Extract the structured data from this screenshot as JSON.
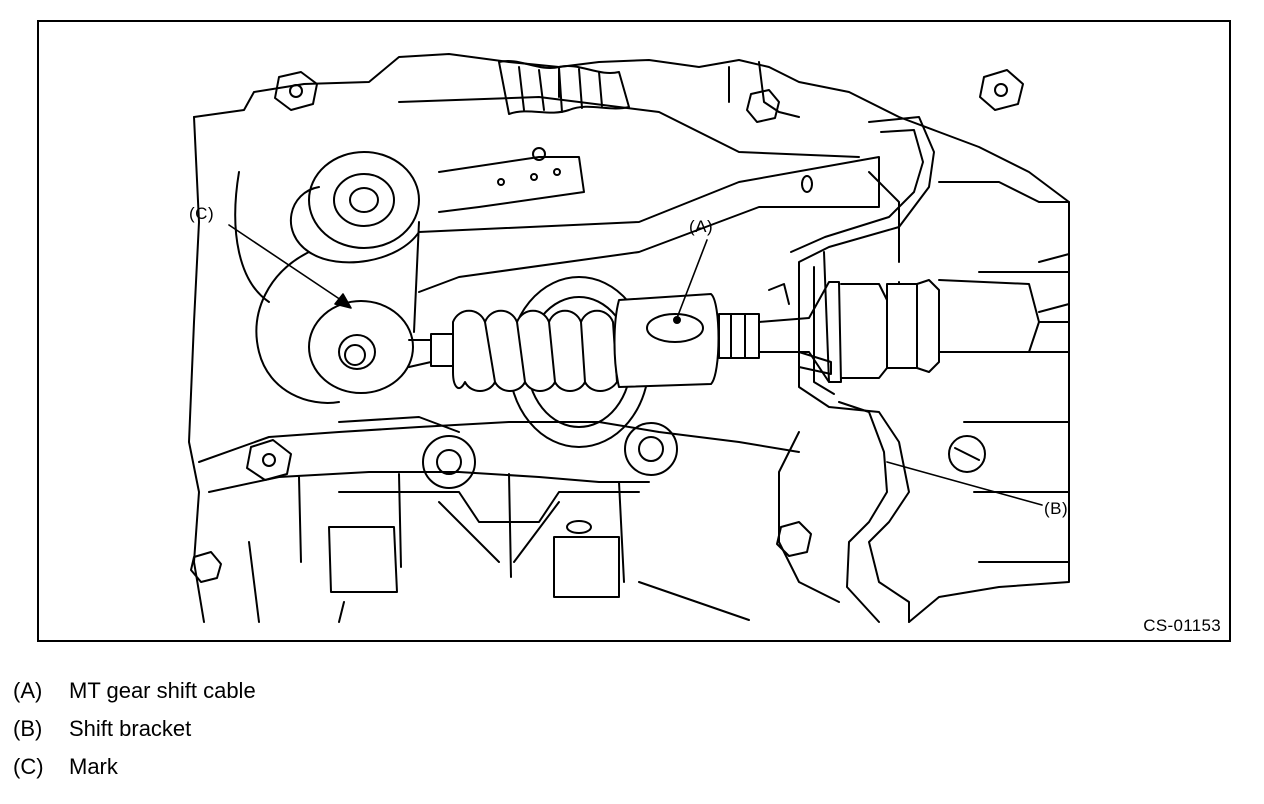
{
  "figure": {
    "code": "CS-01153",
    "callouts": {
      "a": "(A)",
      "b": "(B)",
      "c": "(C)"
    }
  },
  "legend": [
    {
      "key": "(A)",
      "text": "MT gear shift cable"
    },
    {
      "key": "(B)",
      "text": "Shift bracket"
    },
    {
      "key": "(C)",
      "text": "Mark"
    }
  ],
  "colors": {
    "line": "#000000",
    "background": "#ffffff"
  }
}
